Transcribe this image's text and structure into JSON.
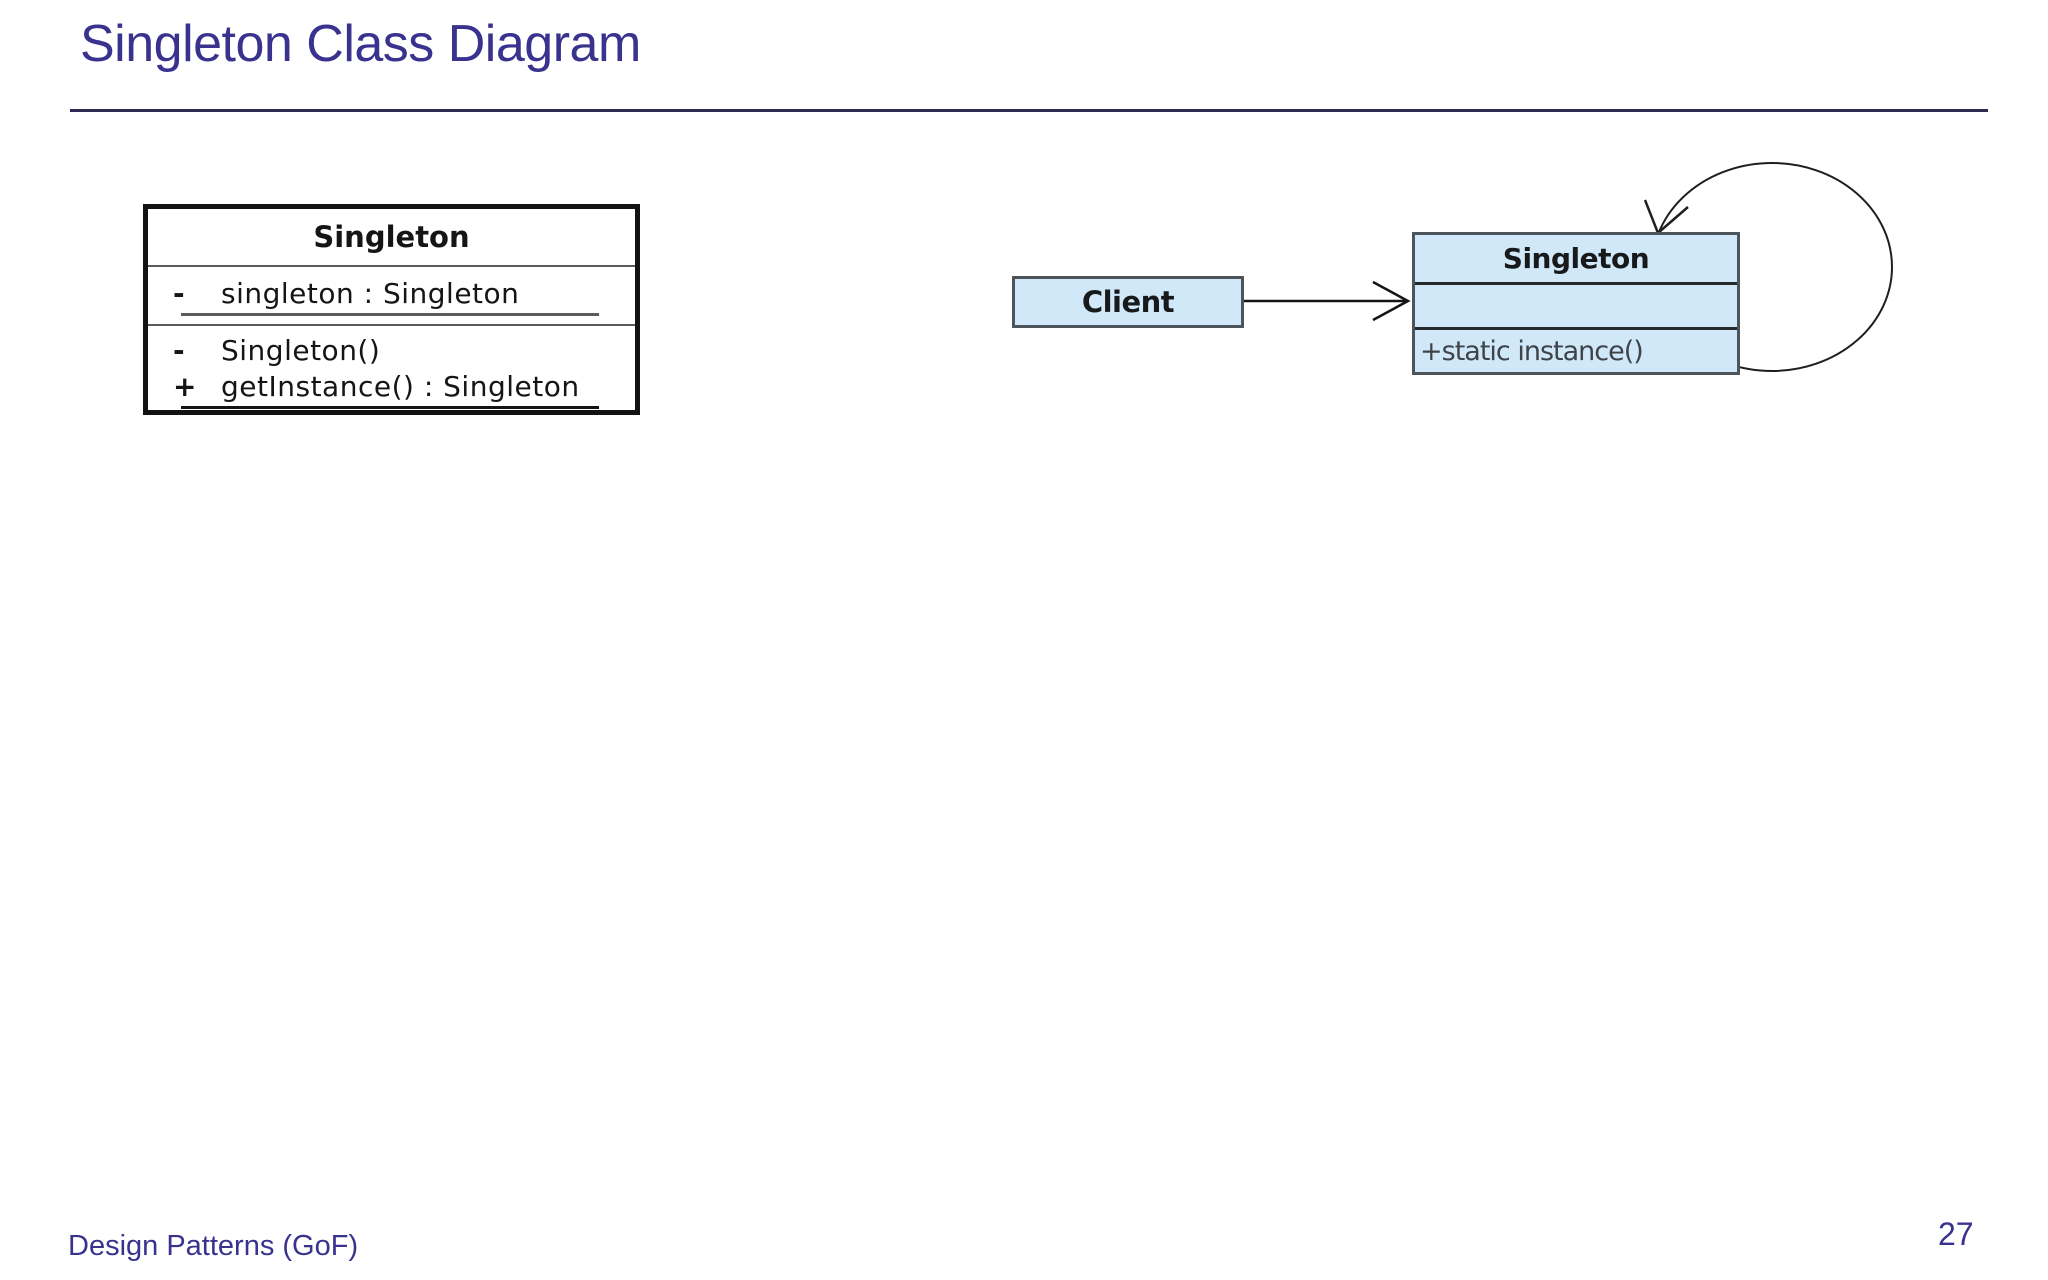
{
  "slide": {
    "title": "Singleton Class Diagram",
    "footer": "Design Patterns (GoF)",
    "page_number": "27"
  },
  "detail_class": {
    "name": "Singleton",
    "attributes": [
      {
        "visibility": "-",
        "signature": "singleton : Singleton",
        "static": true
      }
    ],
    "methods": [
      {
        "visibility": "-",
        "signature": "Singleton()",
        "static": false
      },
      {
        "visibility": "+",
        "signature": "getInstance() : Singleton",
        "static": true
      }
    ]
  },
  "overview": {
    "client": {
      "name": "Client"
    },
    "singleton": {
      "name": "Singleton",
      "operations": [
        "+static instance()"
      ]
    },
    "relations": [
      {
        "type": "dependency-arrow",
        "from": "Client",
        "to": "Singleton"
      },
      {
        "type": "self-reference-loop",
        "from": "Singleton",
        "to": "Singleton"
      }
    ]
  },
  "colors": {
    "accent": "#39328e",
    "rule": "#2d2a52",
    "box-fill": "#d0e8f8",
    "box-border": "#4d545a",
    "line": "#1a1a1a"
  }
}
